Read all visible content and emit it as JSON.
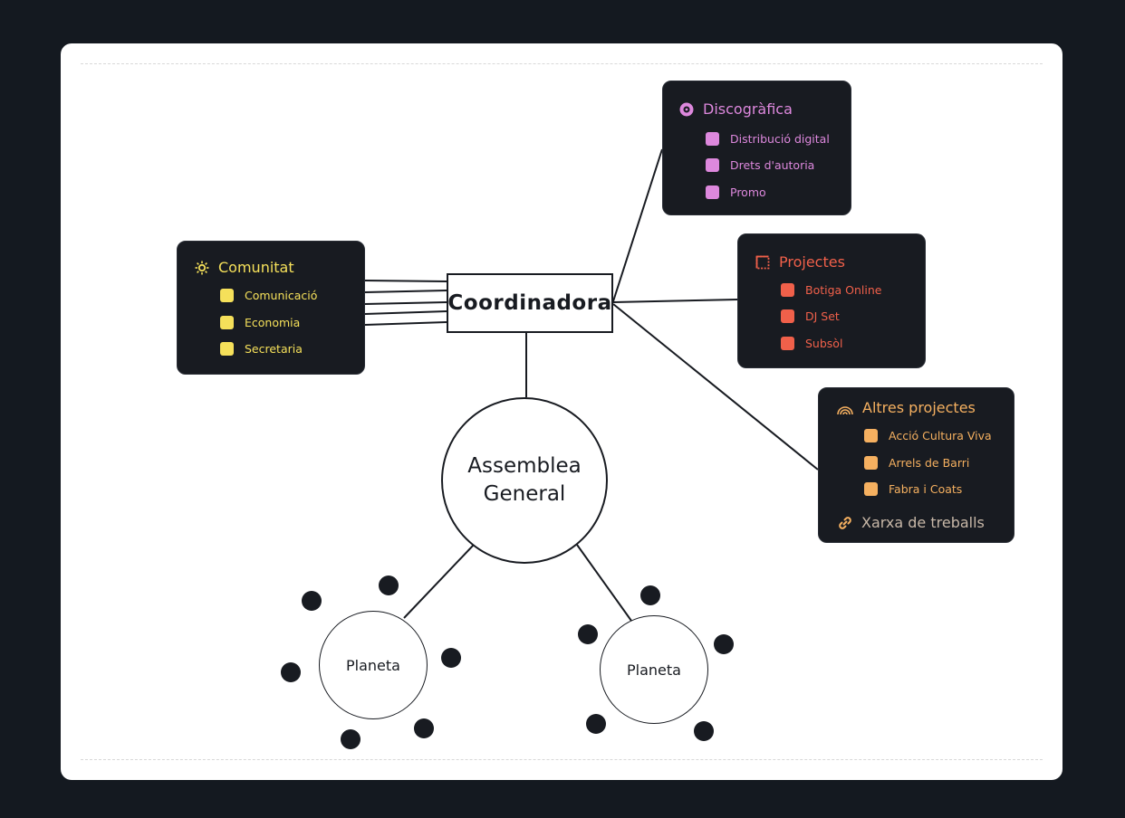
{
  "colors": {
    "background": "#141920",
    "canvas": "#ffffff",
    "ink": "#181b21",
    "comunitat": "#f5e05a",
    "discografica": "#dd88dd",
    "projectes": "#f0604a",
    "altres": "#f5b060"
  },
  "center": {
    "label": "Coordinadora"
  },
  "assemblea": {
    "line1": "Assemblea",
    "line2": "General"
  },
  "planets": [
    {
      "label": "Planeta"
    },
    {
      "label": "Planeta"
    }
  ],
  "groups": {
    "comunitat": {
      "title": "Comunitat",
      "icon": "sun-icon",
      "items": [
        "Comunicació",
        "Economia",
        "Secretaria"
      ]
    },
    "discografica": {
      "title": "Discogràfica",
      "icon": "vinyl-record-icon",
      "items": [
        "Distribució digital",
        "Drets d'autoria",
        "Promo"
      ]
    },
    "projectes": {
      "title": "Projectes",
      "icon": "dotted-square-icon",
      "items": [
        "Botiga Online",
        "DJ Set",
        "Subsòl"
      ]
    },
    "altres": {
      "title": "Altres projectes",
      "icon": "rainbow-arc-icon",
      "items": [
        "Acció Cultura Viva",
        "Arrels de Barri",
        "Fabra i Coats"
      ],
      "footer": "Xarxa de treballs",
      "footer_icon": "link-icon"
    }
  }
}
